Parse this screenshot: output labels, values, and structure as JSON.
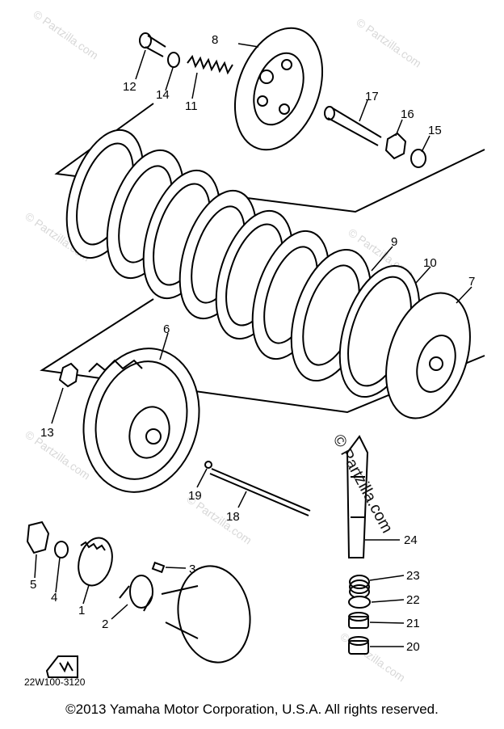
{
  "callouts": [
    "1",
    "2",
    "3",
    "4",
    "5",
    "6",
    "7",
    "8",
    "9",
    "10",
    "11",
    "12",
    "13",
    "14",
    "15",
    "16",
    "17",
    "18",
    "19",
    "20",
    "21",
    "22",
    "23",
    "24"
  ],
  "diagram_code": "22W100-3120",
  "watermark": "© Partzilla.com",
  "copyright": "©2013 Yamaha Motor Corporation, U.S.A. All rights reserved."
}
